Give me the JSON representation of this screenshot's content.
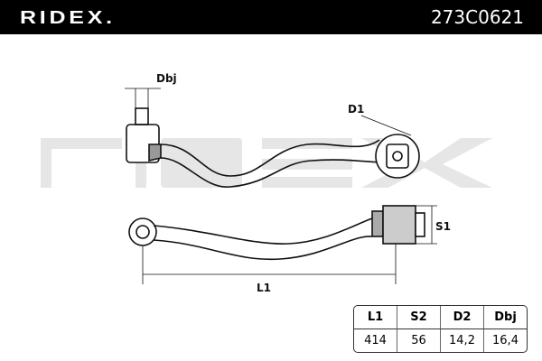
{
  "header": {
    "brand": "RIDEX.",
    "part_number": "273C0621"
  },
  "labels": {
    "dbj": "Dbj",
    "d1": "D1",
    "s1": "S1",
    "l1": "L1"
  },
  "table": {
    "headers": [
      "L1",
      "S2",
      "D2",
      "Dbj"
    ],
    "values": [
      "414",
      "56",
      "14,2",
      "16,4"
    ]
  }
}
